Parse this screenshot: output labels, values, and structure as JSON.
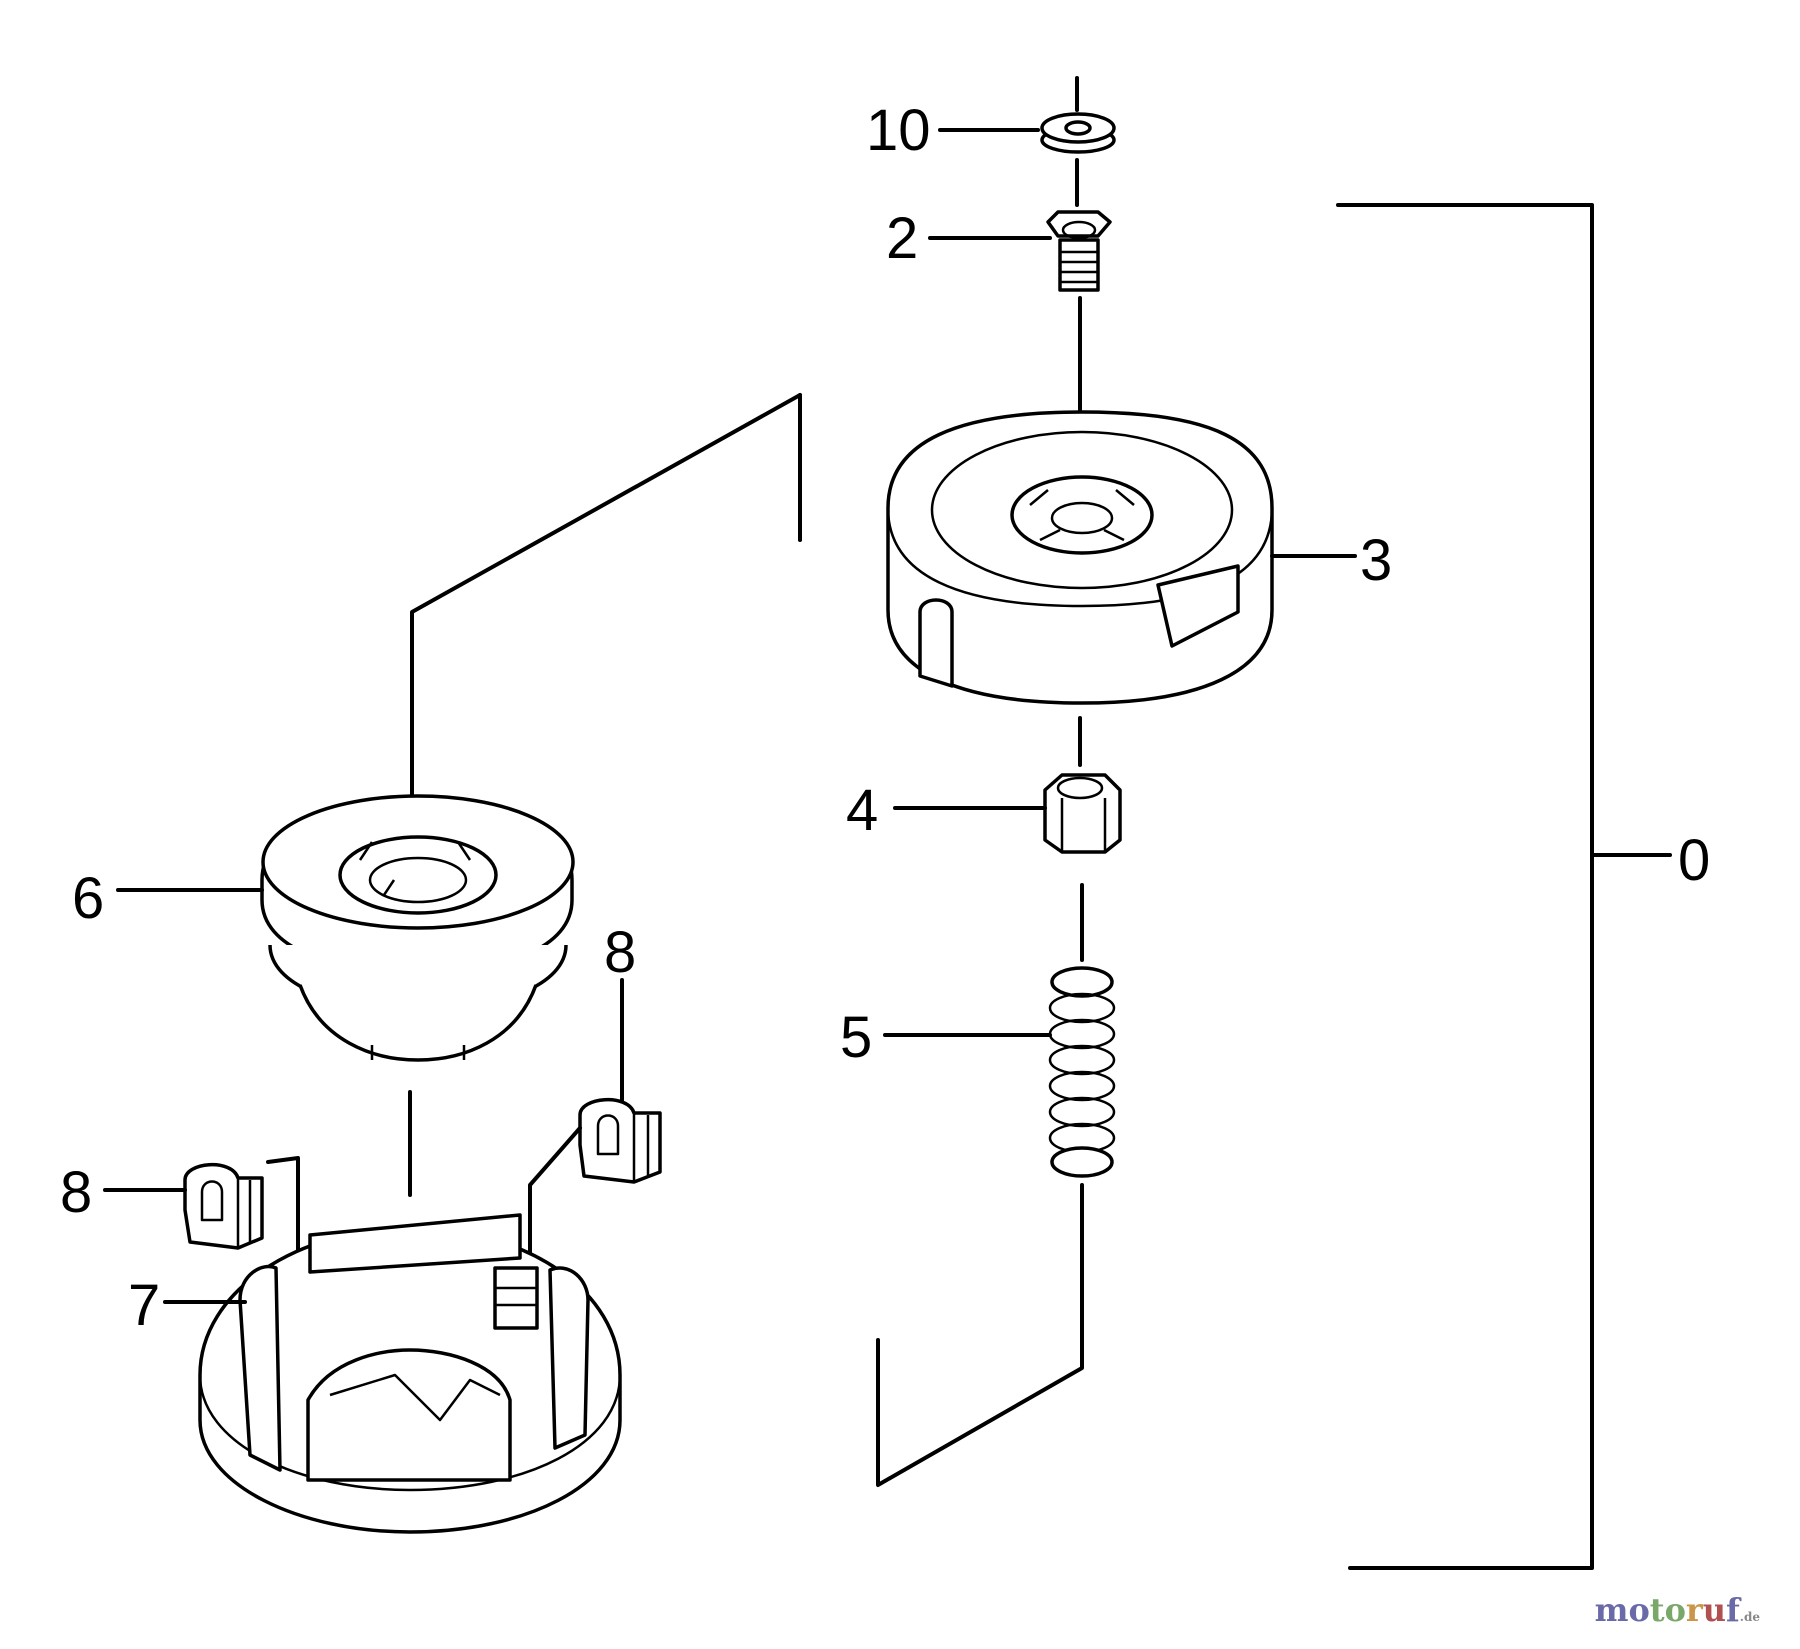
{
  "callouts": {
    "c10": "10",
    "c2": "2",
    "c3": "3",
    "c4": "4",
    "c5": "5",
    "c6": "6",
    "c7": "7",
    "c8a": "8",
    "c8b": "8",
    "c0": "0"
  },
  "watermark": {
    "part1": "mo",
    "part2": "to",
    "part3": "r",
    "part4": "u",
    "part5": "f",
    "suffix": ".de"
  }
}
